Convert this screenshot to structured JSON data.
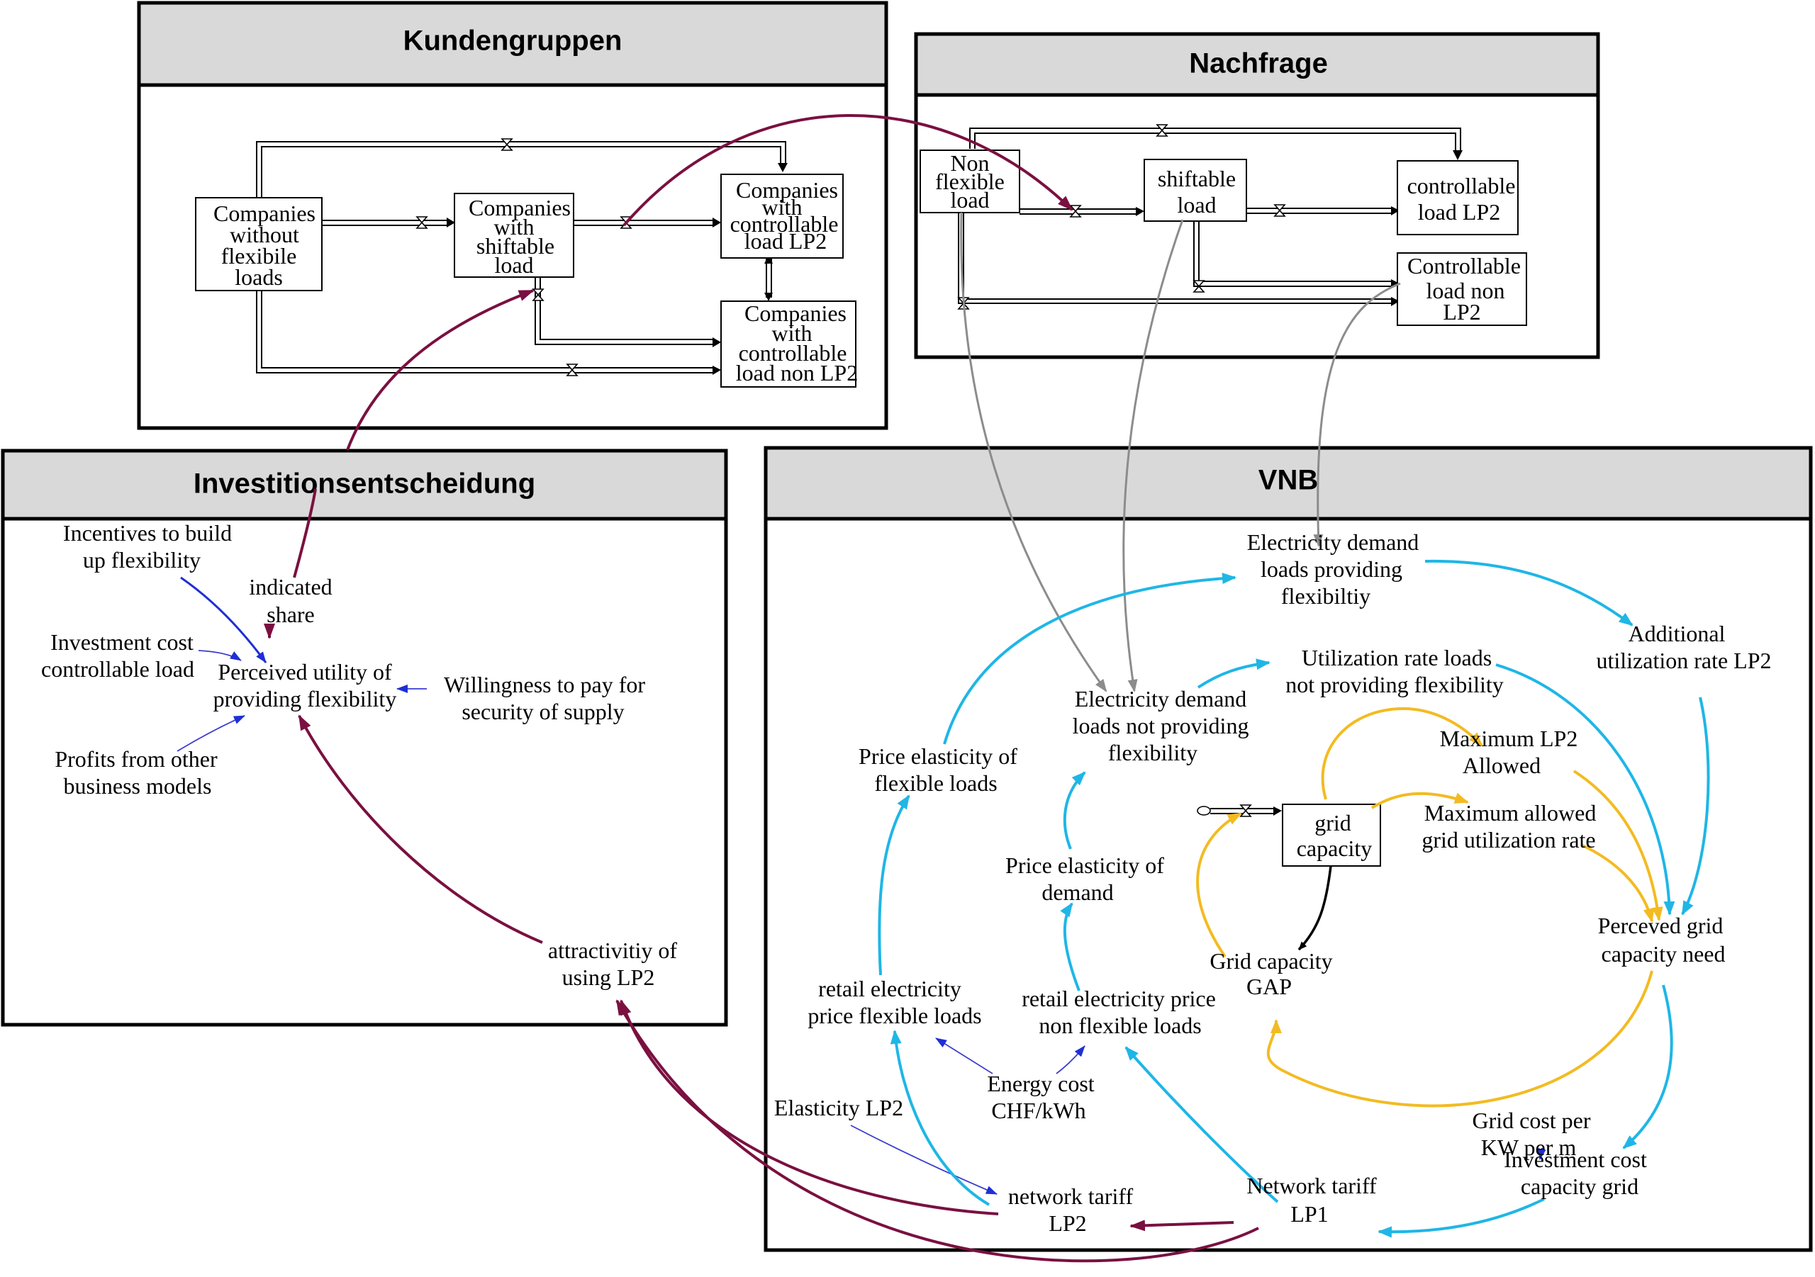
{
  "panels": {
    "kundengruppen": "Kundengruppen",
    "nachfrage": "Nachfrage",
    "investitionsentscheidung": "Investitionsentscheidung",
    "vnb": "VNB"
  },
  "stocks": {
    "companies_without": [
      "Companies",
      "without",
      "flexibile",
      "loads"
    ],
    "companies_shiftable": [
      "Companies",
      "with",
      "shiftable",
      "load"
    ],
    "companies_lp2": [
      "Companies",
      "with",
      "controllable",
      "load LP2"
    ],
    "companies_non_lp2": [
      "Companies",
      "with",
      "controllable",
      "load non LP2"
    ],
    "non_flexible_load": [
      "Non",
      "flexible",
      "load"
    ],
    "shiftable_load": [
      "shiftable",
      "load"
    ],
    "controllable_load_lp2": [
      "controllable",
      "load LP2"
    ],
    "controllable_load_non_lp2": [
      "Controllable",
      "load non",
      "LP2"
    ],
    "grid_capacity": [
      "grid",
      "capacity"
    ]
  },
  "variables": {
    "incentives": [
      "Incentives  to build",
      "up flexibility"
    ],
    "indicated_share": [
      "indicated",
      "share"
    ],
    "investment_cost_load": [
      "Investment  cost",
      "controllable  load"
    ],
    "perceived_utility": [
      "Perceived utility  of",
      "providing  flexibility"
    ],
    "willingness": [
      "Willingness  to pay for",
      "security of supply"
    ],
    "profits": [
      "Profits from other",
      "business models"
    ],
    "attractivity": [
      "attractivitiy  of",
      "using LP2"
    ],
    "demand_flex": [
      "Electricity  demand",
      "loads providing",
      "flexibiltiy"
    ],
    "additional_util": [
      "Additional",
      "utilization  rate LP2"
    ],
    "util_rate_nonflex": [
      "Utilization  rate loads",
      "not providing  flexibility"
    ],
    "demand_nonflex": [
      "Electricity  demand",
      "loads not providing",
      "flexibility"
    ],
    "max_lp2": [
      "Maximum  LP2",
      "Allowed"
    ],
    "price_elast_flex": [
      "Price elasticity  of",
      "flexible  loads"
    ],
    "max_grid_util": [
      "Maximum  allowed",
      "grid utilization  rate"
    ],
    "price_elast_demand": [
      "Price elasticity  of",
      "demand"
    ],
    "perceived_grid_need": [
      "Perceved grid",
      "capacity need"
    ],
    "grid_gap": [
      "Grid capacity",
      "GAP"
    ],
    "retail_flex": [
      "retail  electricity",
      "price flexible  loads"
    ],
    "retail_nonflex": [
      "retail  electricity  price",
      "non flexible  loads"
    ],
    "energy_cost": [
      "Energy  cost",
      "CHF/kWh"
    ],
    "elasticity_lp2": [
      "Elasticity  LP2"
    ],
    "grid_cost_kw": [
      "Grid cost per",
      "KW per m"
    ],
    "investment_cost_grid": [
      "Investment  cost",
      "capacity grid"
    ],
    "network_tariff_lp1": [
      "Network tariff",
      "LP1"
    ],
    "network_tariff_lp2": [
      "network  tariff",
      "LP2"
    ]
  },
  "colors": {
    "panel_header": "#d9d9d9",
    "link_blue": "#1e2fd6",
    "link_plum": "#7a1040",
    "link_gray": "#8c8c8c",
    "link_cyan": "#1fb6e6",
    "link_gold": "#f3bb22",
    "link_black": "#000000"
  }
}
